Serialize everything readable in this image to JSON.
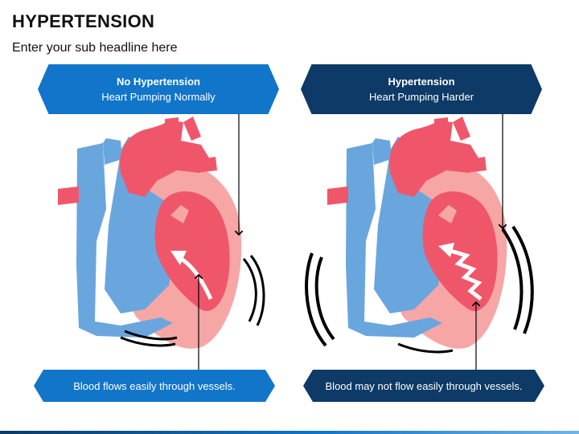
{
  "header": {
    "title": "HYPERTENSION",
    "subtitle": "Enter your sub headline here"
  },
  "panels": [
    {
      "heading": "No Hypertension",
      "subheading": "Heart Pumping Normally",
      "caption": "Blood flows easily through vessels.",
      "color": "#1175c9"
    },
    {
      "heading": "Hypertension",
      "subheading": "Heart Pumping Harder",
      "caption": "Blood may not flow easily through vessels.",
      "color": "#0d3a66"
    }
  ],
  "colors": {
    "vessel_blue": "#6aa6de",
    "heart_red": "#f0566a",
    "heart_pink": "#f7a6a6",
    "outline": "#000000"
  }
}
